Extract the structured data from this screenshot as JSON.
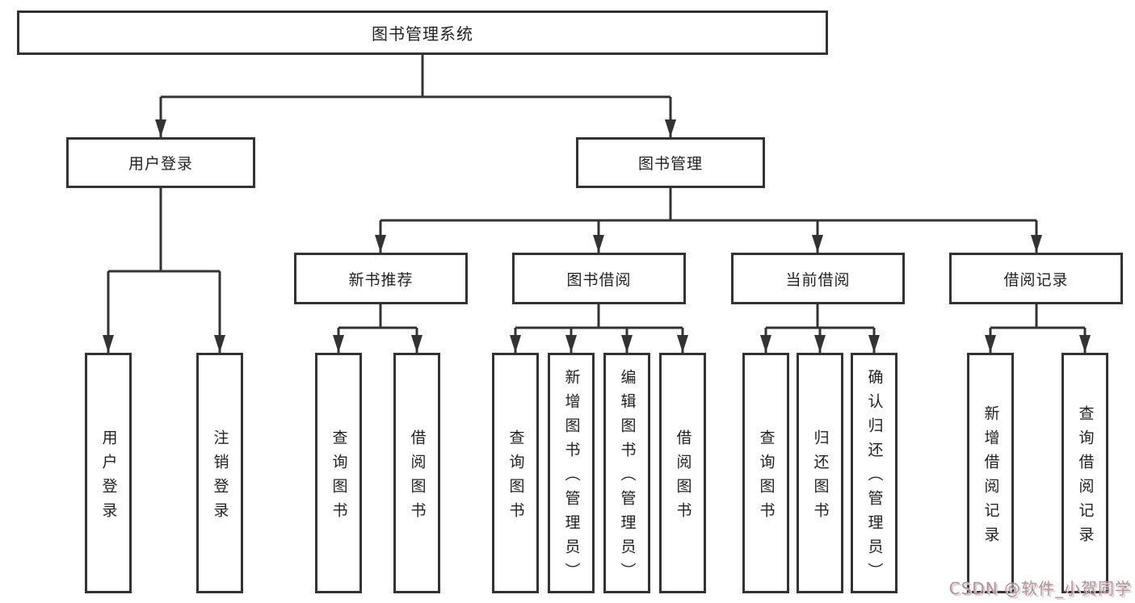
{
  "diagram_title": "图书管理系统",
  "tree": {
    "label": "图书管理系统",
    "children": [
      {
        "label": "用户登录",
        "children": [
          {
            "label": "用户登录"
          },
          {
            "label": "注销登录"
          }
        ]
      },
      {
        "label": "图书管理",
        "children": [
          {
            "label": "新书推荐",
            "children": [
              {
                "label": "查询图书"
              },
              {
                "label": "借阅图书"
              }
            ]
          },
          {
            "label": "图书借阅",
            "children": [
              {
                "label": "查询图书"
              },
              {
                "label": "新增图书（管理员）"
              },
              {
                "label": "编辑图书（管理员）"
              },
              {
                "label": "借阅图书"
              }
            ]
          },
          {
            "label": "当前借阅",
            "children": [
              {
                "label": "查询图书"
              },
              {
                "label": "归还图书"
              },
              {
                "label": "确认归还（管理员）"
              }
            ]
          },
          {
            "label": "借阅记录",
            "children": [
              {
                "label": "新增借阅记录"
              },
              {
                "label": "查询借阅记录"
              }
            ]
          }
        ]
      }
    ]
  },
  "watermark": "CSDN @软件_小贺同学",
  "colors": {
    "line": "#333333",
    "box_border": "#333333",
    "text": "#222222",
    "background": "#ffffff",
    "watermark_text": "#9d9d9d",
    "watermark_shadow": "#f3c1cd"
  }
}
